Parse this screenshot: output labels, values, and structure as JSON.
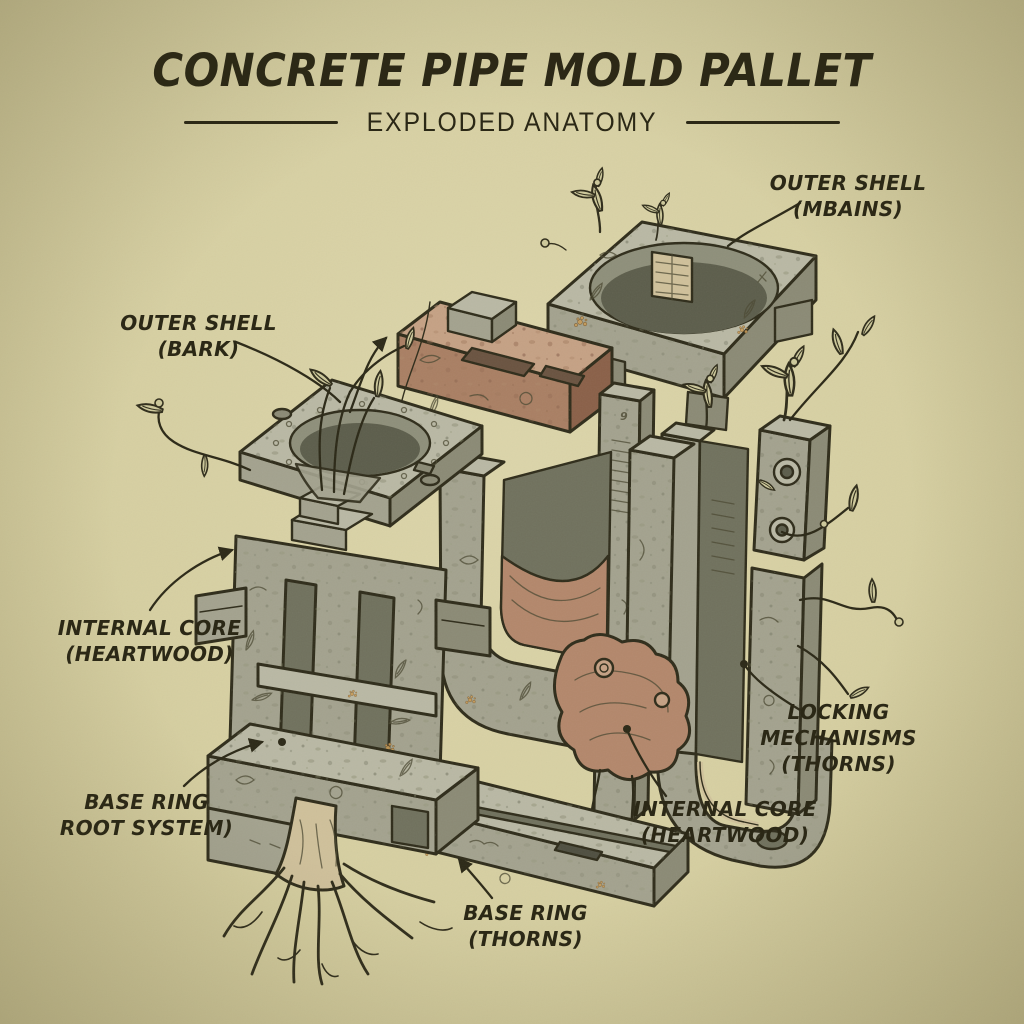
{
  "title": "CONCRETE PIPE MOLD PALLET",
  "subtitle": "EXPLODED ANATOMY",
  "annotations": {
    "outer_shell_mbains": {
      "text": "OUTER SHELL (MBAINS)"
    },
    "outer_shell_bark": {
      "text": "OUTER SHELL (BARK)"
    },
    "internal_core_left": {
      "text": "INTERNAL CORE\n(HEARTWOOD)"
    },
    "base_ring_root_system": {
      "text": "BASE RING\nROOT SYSTEM)"
    },
    "locking_mechanisms": {
      "text": "LOCKING\nMECHANISMS\n(THORNS)"
    },
    "internal_core_right": {
      "text": "INTERNAL CORE\n(HEARTWOOD)"
    },
    "base_ring_thorns": {
      "text": "BASE RING\n(THORNS)"
    }
  },
  "etched_mark": "9",
  "illustration_parts": [
    "outer-shell-top-plate",
    "lifting-insert-bar",
    "outer-shell-bark-plate",
    "internal-core-assembly",
    "base-ring-root-system",
    "center-channel-bracket",
    "right-channel-bracket",
    "locking-side-column",
    "base-rail",
    "heartwood-root-mass",
    "vines-and-leaves"
  ],
  "palette": {
    "paper": "#d6cfa1",
    "ink": "#2f2c1a",
    "concrete_light": "#b9b8a4",
    "concrete_mid": "#a3a28e",
    "concrete_dark": "#8b8a75",
    "rust": "#c5a184",
    "heartwood": "#b3876b",
    "root_tan": "#cfc09a",
    "lichen": "#c79a55"
  }
}
